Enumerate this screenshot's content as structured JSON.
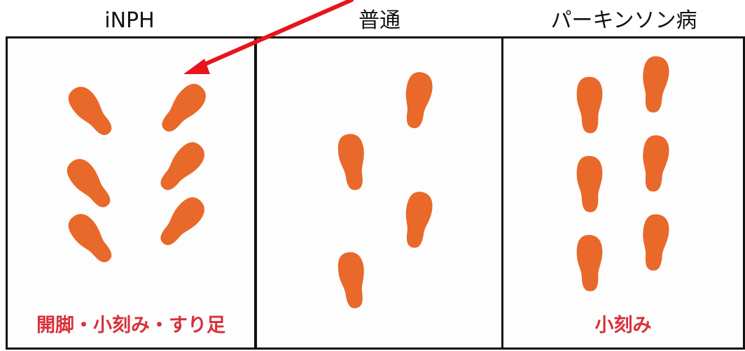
{
  "colors": {
    "footprint": "#e8692a",
    "caption": "#d9303a",
    "arrow": "#e8141c",
    "border": "#111111"
  },
  "icons": {
    "footprint": "footprint-icon",
    "arrow": "red-arrow-icon"
  },
  "panels": [
    {
      "title": "iNPH",
      "caption": "開脚・小刻み・すり足"
    },
    {
      "title": "普通",
      "caption": ""
    },
    {
      "title": "パーキンソン病",
      "caption": "小刻み"
    }
  ]
}
